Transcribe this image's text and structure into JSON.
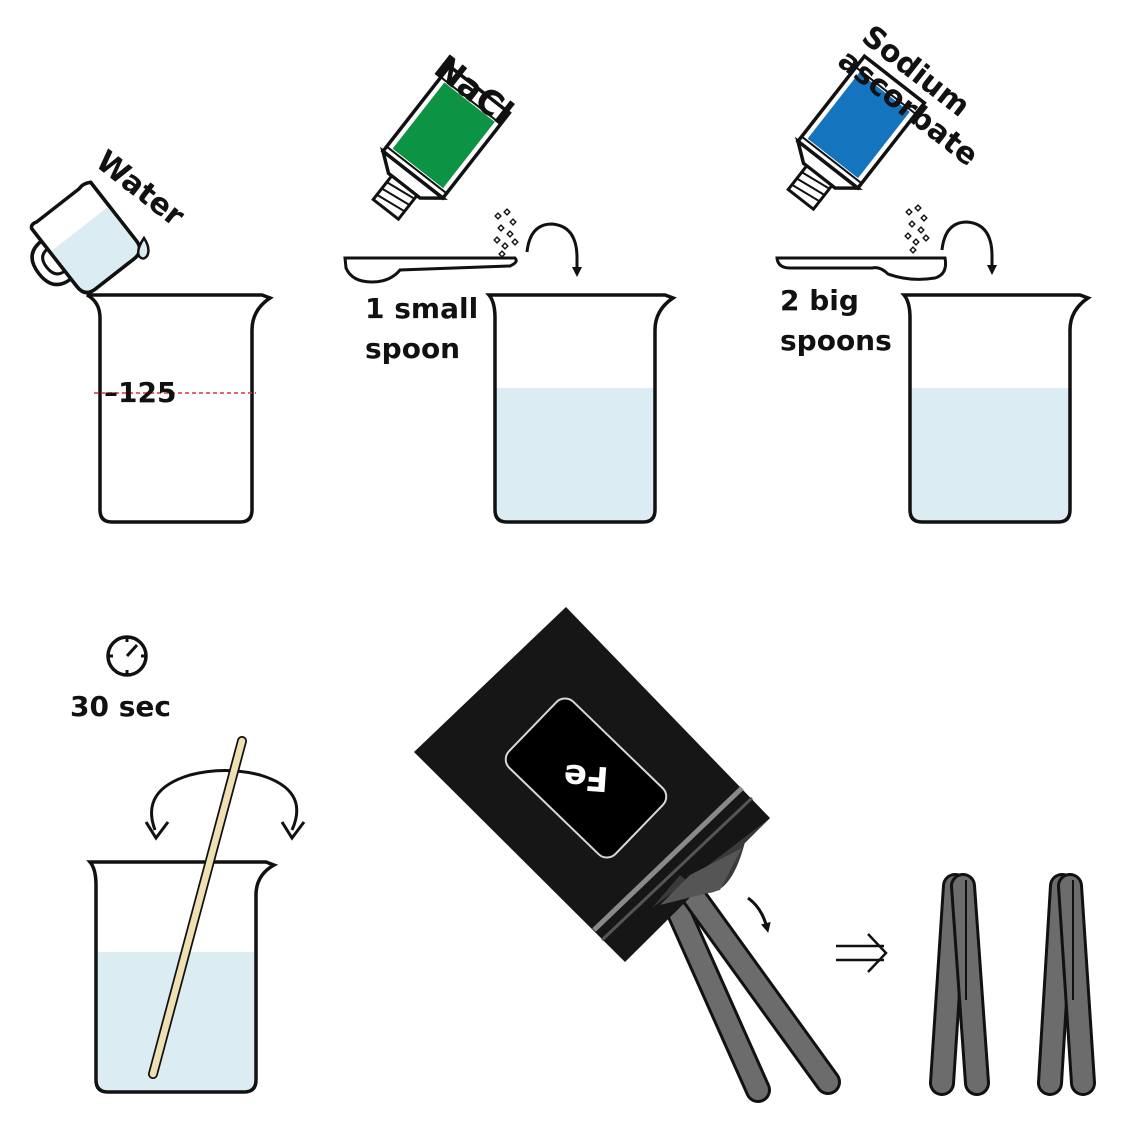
{
  "steps": {
    "water": {
      "label": "Water",
      "mark": "–125"
    },
    "nacl": {
      "label": "NaCl",
      "amount_line1": "1 small",
      "amount_line2": "spoon"
    },
    "ascorbate": {
      "label_line1": "Sodium",
      "label_line2": "ascorbate",
      "amount_line1": "2 big",
      "amount_line2": "spoons"
    },
    "stir": {
      "time": "30 sec"
    },
    "iron": {
      "label": "Fe"
    }
  },
  "colors": {
    "water": "#dbecf2",
    "nacl_bottle": "#0c9444",
    "ascorbate_bottle": "#1474be",
    "bag": "#161616",
    "rod": "#6c6c6c",
    "stick": "#efe0b4",
    "mark_line": "#e0303a"
  },
  "icons": [
    "pitcher-icon",
    "bottle-icon",
    "spoon-icon",
    "curved-arrow-icon",
    "beaker-icon",
    "timer-icon",
    "stir-arrows-icon",
    "bag-icon",
    "double-arrow-icon",
    "rod-icon"
  ]
}
